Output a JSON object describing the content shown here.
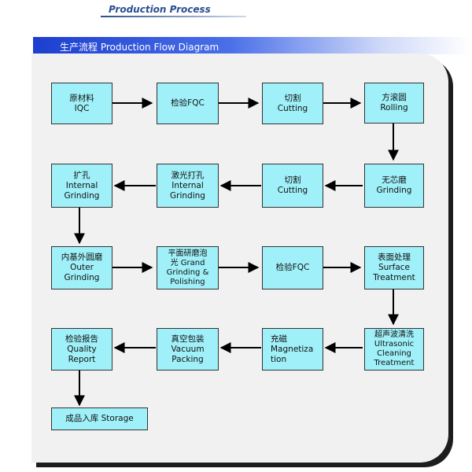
{
  "header": {
    "title": "Production Process",
    "marks": "ʹ ʹ ʹ _ ʹ ʹ ʹ ʹ"
  },
  "section": {
    "title": "生产流程 Production Flow Diagram"
  },
  "steps": {
    "s1": "原材料\nIQC",
    "s2": "检验FQC",
    "s3": "切割\nCutting",
    "s4": "方滚圆\nRolling",
    "s5": "无芯磨\nGrinding",
    "s6": "切割\nCutting",
    "s7": "激光打孔\nInternal\nGrinding",
    "s8": "扩孔\nInternal\nGrinding",
    "s9": "内基外圆磨\nOuter\nGrinding",
    "s10": "平面研磨泡\n光 Grand\nGrinding &\nPolishing",
    "s11": "检验FQC",
    "s12": "表面处理\nSurface\nTreatment",
    "s13": "超声波清洗\nUltrasonic\nCleaning\nTreatment",
    "s14": "充磁\nMagnetiza\ntion",
    "s15": "真空包装\nVacuum\nPacking",
    "s16": "检验报告\nQuality\nReport",
    "s17": "成品入库 Storage"
  },
  "colors": {
    "box_fill": "#9ff0f8",
    "box_border": "#333333",
    "arrow": "#000000",
    "banner": "#1c3fcf",
    "heading": "#2a4f8f"
  }
}
